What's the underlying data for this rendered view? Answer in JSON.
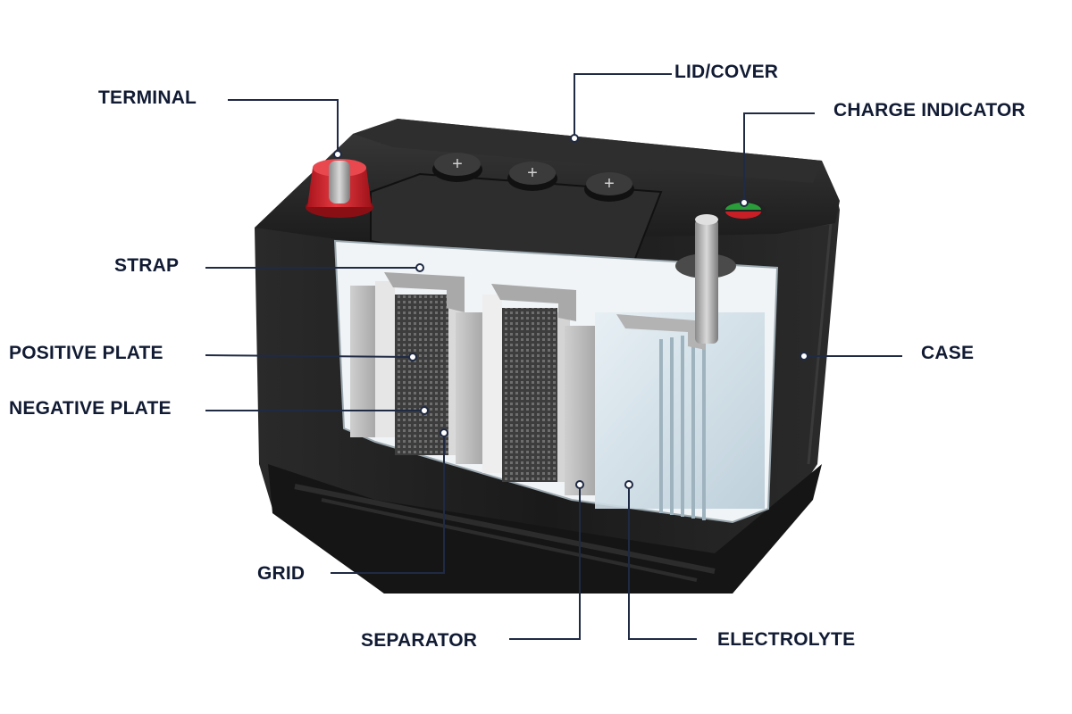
{
  "colors": {
    "label_text": "#111b33",
    "leader_line": "#1f2a44",
    "case_dark": "#1e1e1e",
    "terminal_red": "#d3262f",
    "indicator_green": "#2a9d3a",
    "plate_grey": "#bfbfbf",
    "electrolyte": "#cfe0ea"
  },
  "labels": {
    "lid_cover": "LID/COVER",
    "terminal": "TERMINAL",
    "charge_indicator": "CHARGE INDICATOR",
    "strap": "STRAP",
    "positive_plate": "POSITIVE PLATE",
    "negative_plate": "NEGATIVE PLATE",
    "case": "CASE",
    "grid": "GRID",
    "separator": "SEPARATOR",
    "electrolyte": "ELECTROLYTE"
  },
  "vent_caps": [
    "+",
    "+",
    "+"
  ]
}
